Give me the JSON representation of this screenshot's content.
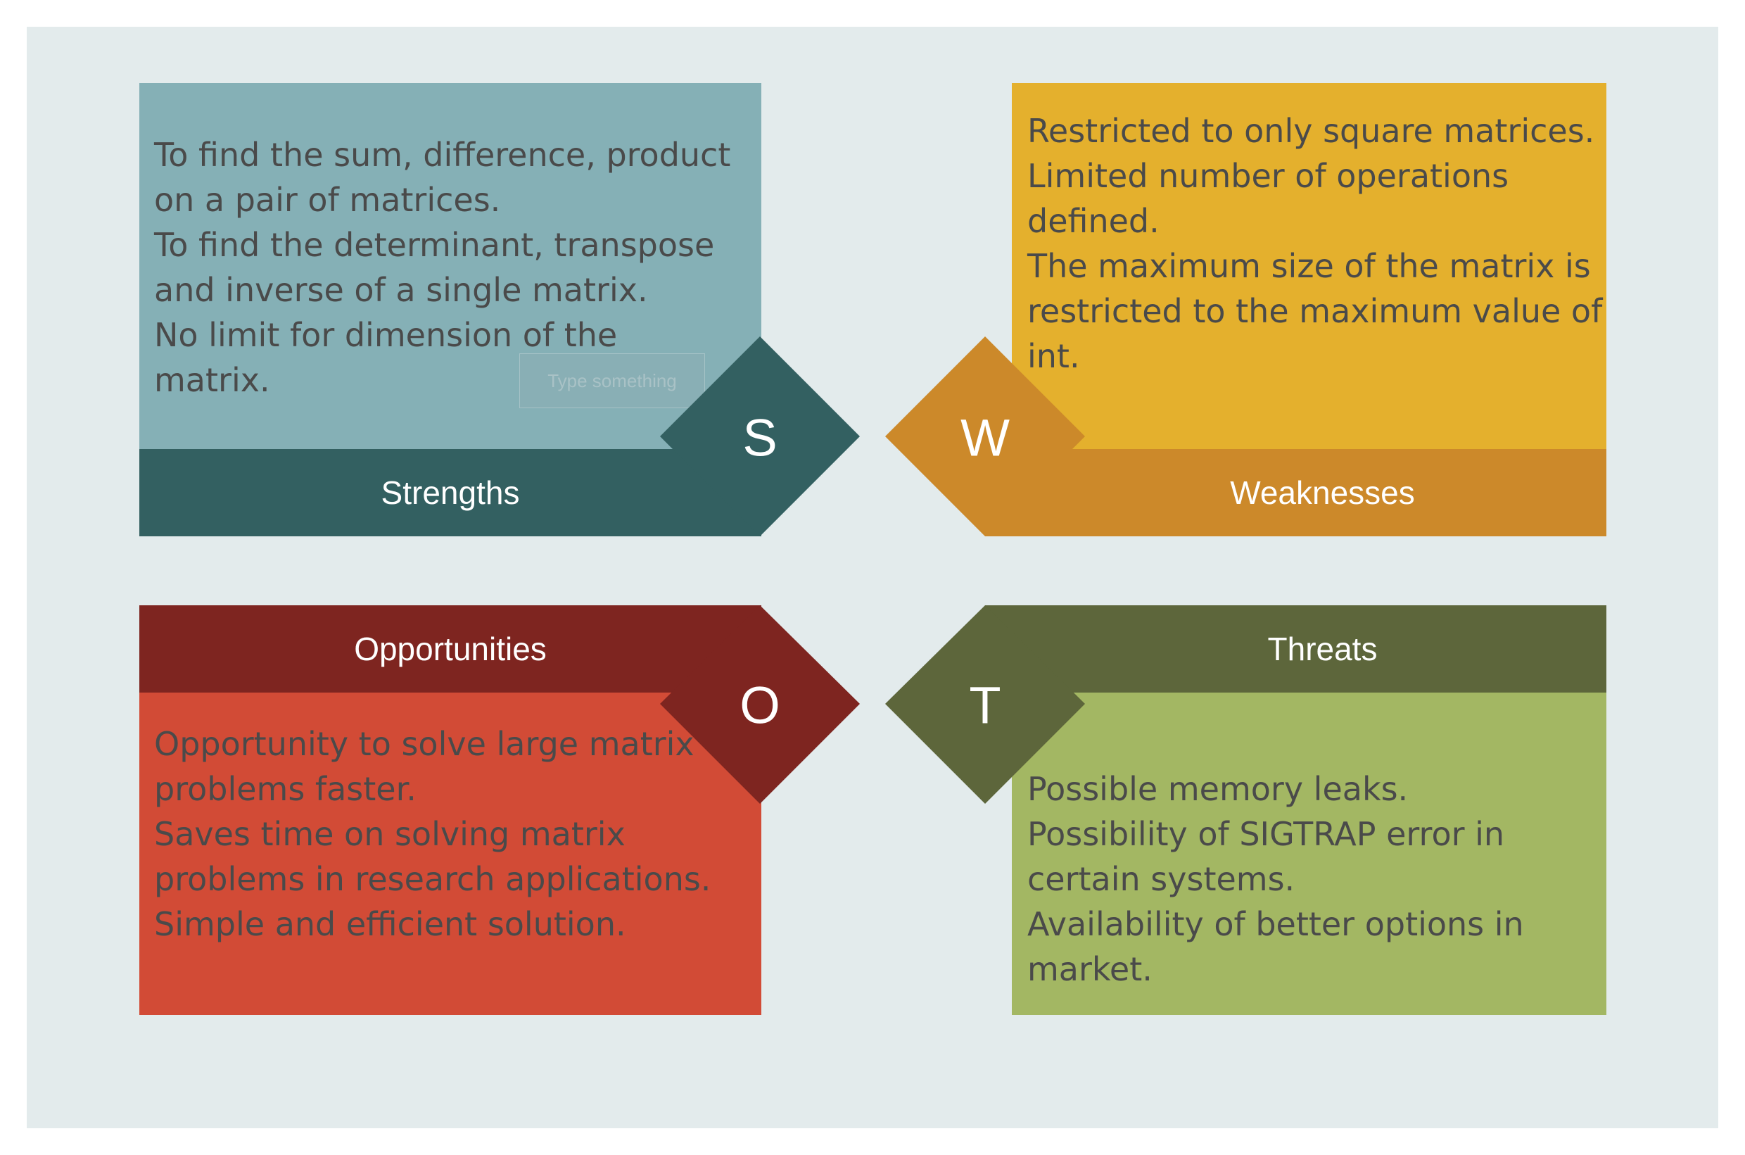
{
  "colors": {
    "background": "#e3ebec",
    "strengths_body": "#85b0b6",
    "strengths_band": "#336061",
    "weaknesses_body": "#e4b02d",
    "weaknesses_band": "#cc892a",
    "opportunities_body": "#d24b36",
    "opportunities_band": "#7e2520",
    "threats_body": "#a3b763",
    "threats_band": "#5d663b"
  },
  "strengths": {
    "letter": "S",
    "title": "Strengths",
    "lines": [
      "To find the sum, difference, product",
      "on a pair of matrices.",
      "To find the determinant, transpose",
      "and inverse of a single matrix.",
      "No limit for dimension of the",
      "matrix."
    ],
    "placeholder": "Type something"
  },
  "weaknesses": {
    "letter": "W",
    "title": "Weaknesses",
    "lines": [
      "Restricted to only square matrices.",
      "Limited number of operations",
      "defined.",
      "The maximum size of the matrix is",
      "restricted to the maximum value of",
      "int."
    ]
  },
  "opportunities": {
    "letter": "O",
    "title": "Opportunities",
    "lines": [
      "Opportunity to solve large matrix",
      "problems faster.",
      "Saves time on solving matrix",
      "problems in research applications.",
      "Simple and efficient solution."
    ]
  },
  "threats": {
    "letter": "T",
    "title": "Threats",
    "lines": [
      "Possible memory leaks.",
      "Possibility of SIGTRAP error in",
      "certain systems.",
      "Availability of better options in",
      "market."
    ]
  }
}
